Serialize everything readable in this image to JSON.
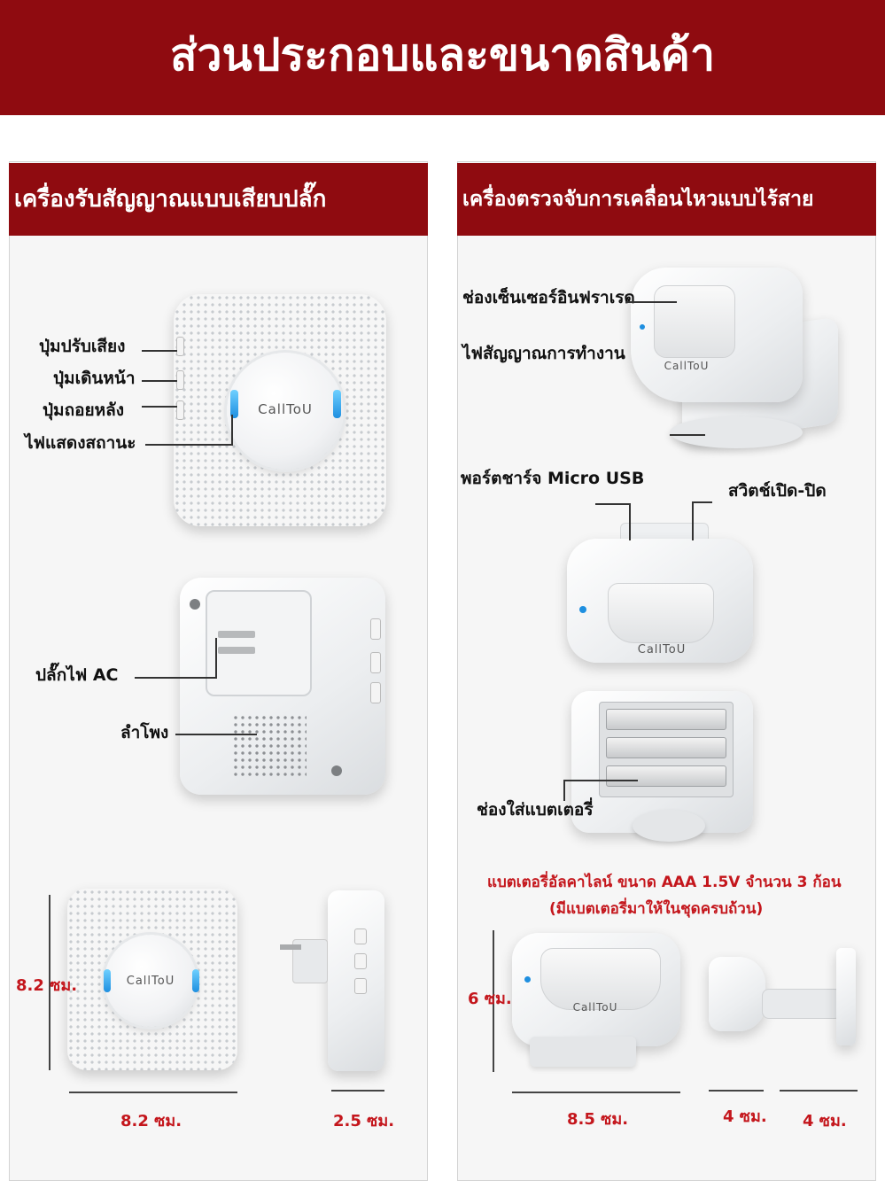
{
  "header": {
    "title": "ส่วนประกอบและขนาดสินค้า"
  },
  "left_panel": {
    "title": "เครื่องรับสัญญาณแบบเสียบปลั๊ก",
    "brand": "CallToU",
    "labels": {
      "volume": "ปุ่มปรับเสียง",
      "forward": "ปุ่มเดินหน้า",
      "back": "ปุ่มถอยหลัง",
      "status_light": "ไฟแสดงสถานะ",
      "ac_plug": "ปลั๊กไฟ AC",
      "speaker": "ลำโพง"
    },
    "dimensions": {
      "height": "8.2 ซม.",
      "width": "8.2 ซม.",
      "depth": "2.5 ซม."
    }
  },
  "right_panel": {
    "title": "เครื่องตรวจจับการเคลื่อนไหวแบบไร้สาย",
    "brand": "CallToU",
    "labels": {
      "ir_sensor": "ช่องเซ็นเซอร์อินฟราเรด",
      "work_light": "ไฟสัญญาณการทำงาน",
      "usb_port": "พอร์ตชาร์จ Micro USB",
      "power_switch": "สวิตช์เปิด-ปิด",
      "battery_slot": "ช่องใส่แบตเตอรี่"
    },
    "battery_note": {
      "line1": "แบตเตอรี่อัลคาไลน์ ขนาด AAA 1.5V จำนวน 3 ก้อน",
      "line2": "(มีแบตเตอรี่มาให้ในชุดครบถ้วน)"
    },
    "dimensions": {
      "height": "6 ซม.",
      "width": "8.5 ซม.",
      "depth1": "4 ซม.",
      "depth2": "4 ซม."
    }
  }
}
